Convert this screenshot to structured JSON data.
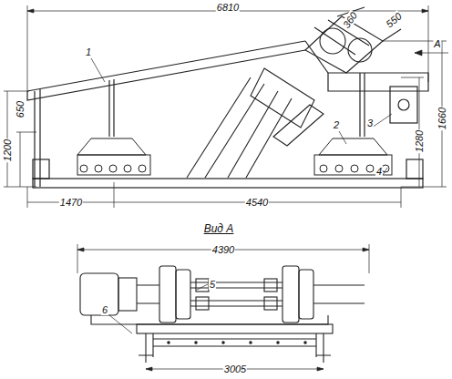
{
  "diagram": {
    "labels": [
      "6810",
      "360",
      "550",
      "А",
      "1",
      "2",
      "3",
      "1200",
      "650",
      "1280",
      "1660",
      "4",
      "1470",
      "4540",
      "Вид А",
      "4390",
      "5",
      "6",
      "3005"
    ]
  }
}
